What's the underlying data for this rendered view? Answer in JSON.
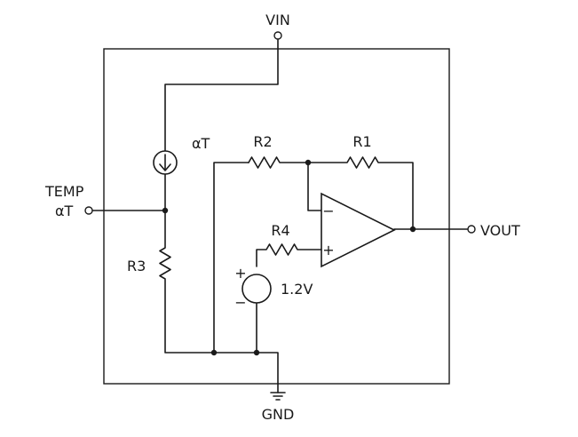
{
  "diagram": {
    "pins": {
      "vin": "VIN",
      "temp": "TEMP",
      "temp_sub": "αT",
      "vout": "VOUT",
      "gnd": "GND"
    },
    "components": {
      "current_source": "αT",
      "r1": "R1",
      "r2": "R2",
      "r3": "R3",
      "r4": "R4",
      "reference": "1.2V"
    },
    "opamp_inputs": {
      "inverting": "−",
      "noninverting": "+"
    },
    "reference_polarity": {
      "positive": "+",
      "negative": "−"
    }
  }
}
